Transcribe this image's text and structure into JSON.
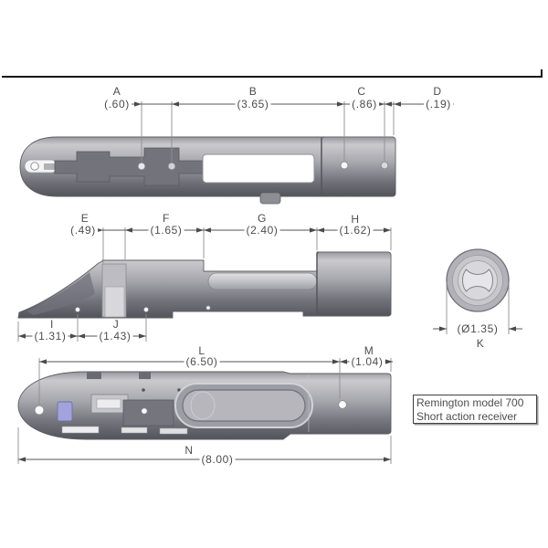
{
  "drawing": {
    "title_block": {
      "line1": "Remington model 700",
      "line2": "Short action receiver"
    },
    "dimensions": {
      "A": {
        "letter": "A",
        "value": "(.60)"
      },
      "B": {
        "letter": "B",
        "value": "(3.65)"
      },
      "C": {
        "letter": "C",
        "value": "(.86)"
      },
      "D": {
        "letter": "D",
        "value": "(.19)"
      },
      "E": {
        "letter": "E",
        "value": "(.49)"
      },
      "F": {
        "letter": "F",
        "value": "(1.65)"
      },
      "G": {
        "letter": "G",
        "value": "(2.40)"
      },
      "H": {
        "letter": "H",
        "value": "(1.62)"
      },
      "I": {
        "letter": "I",
        "value": "(1.31)"
      },
      "J": {
        "letter": "J",
        "value": "(1.43)"
      },
      "K": {
        "letter": "K",
        "value": "(Ø1.35)"
      },
      "L": {
        "letter": "L",
        "value": "(6.50)"
      },
      "M": {
        "letter": "M",
        "value": "(1.04)"
      },
      "N": {
        "letter": "N",
        "value": "(8.00)"
      }
    },
    "colors": {
      "steel_light": "#c9c9ce",
      "steel_mid": "#a9a9b0",
      "steel_dark": "#54545c",
      "accent_latch": "#a3a3dc",
      "dimension_line": "#4a4a4a",
      "sheet_border": "#141414"
    }
  }
}
